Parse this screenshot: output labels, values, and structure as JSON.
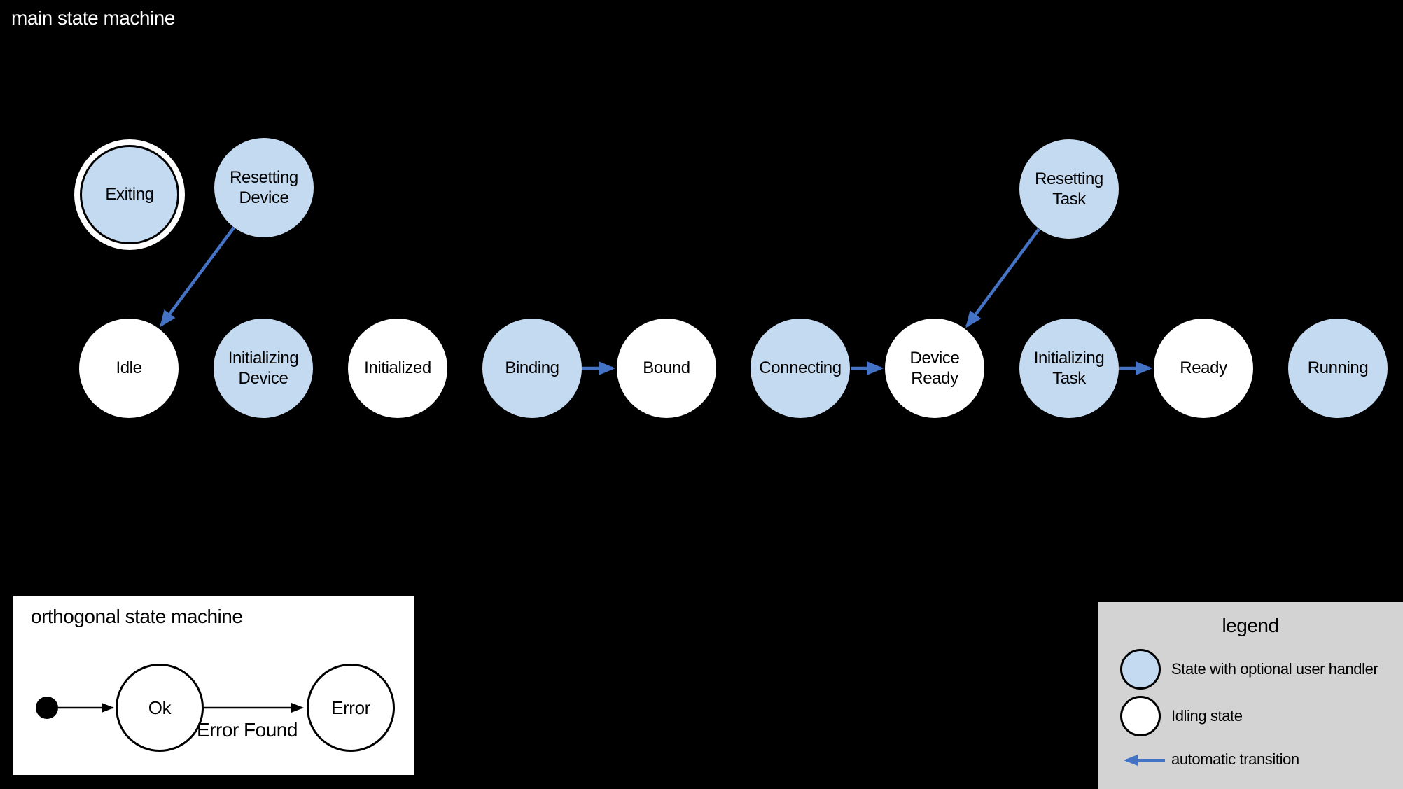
{
  "main_machine": {
    "title": "main state machine",
    "states": [
      {
        "id": "exiting",
        "label": "Exiting",
        "kind": "user-handler",
        "final_style": true
      },
      {
        "id": "resetting-device",
        "label": "Resetting\nDevice",
        "kind": "user-handler"
      },
      {
        "id": "resetting-task",
        "label": "Resetting\nTask",
        "kind": "user-handler"
      },
      {
        "id": "idle",
        "label": "Idle",
        "kind": "idling"
      },
      {
        "id": "initializing-device",
        "label": "Initializing\nDevice",
        "kind": "user-handler"
      },
      {
        "id": "initialized",
        "label": "Initialized",
        "kind": "idling"
      },
      {
        "id": "binding",
        "label": "Binding",
        "kind": "user-handler"
      },
      {
        "id": "bound",
        "label": "Bound",
        "kind": "idling"
      },
      {
        "id": "connecting",
        "label": "Connecting",
        "kind": "user-handler"
      },
      {
        "id": "device-ready",
        "label": "Device\nReady",
        "kind": "idling"
      },
      {
        "id": "initializing-task",
        "label": "Initializing\nTask",
        "kind": "user-handler"
      },
      {
        "id": "ready",
        "label": "Ready",
        "kind": "idling"
      },
      {
        "id": "running",
        "label": "Running",
        "kind": "user-handler"
      }
    ],
    "transitions": [
      {
        "from": "resetting-device",
        "to": "idle",
        "type": "automatic"
      },
      {
        "from": "resetting-task",
        "to": "device-ready",
        "type": "automatic"
      },
      {
        "from": "binding",
        "to": "bound",
        "type": "automatic"
      },
      {
        "from": "connecting",
        "to": "device-ready",
        "type": "automatic"
      },
      {
        "from": "initializing-task",
        "to": "ready",
        "type": "automatic"
      }
    ]
  },
  "orthogonal_machine": {
    "title": "orthogonal state machine",
    "states": [
      {
        "id": "ok",
        "label": "Ok"
      },
      {
        "id": "error",
        "label": "Error"
      }
    ],
    "transition_label": "Error Found"
  },
  "legend": {
    "title": "legend",
    "items": [
      {
        "label": "State with optional user handler",
        "swatch": "handler-state"
      },
      {
        "label": "Idling state",
        "swatch": "idling-state"
      },
      {
        "label": "automatic transition",
        "swatch": "blue-arrow"
      }
    ]
  },
  "colors": {
    "canvas_background": "#000000",
    "handler_state_fill": "#c3daf1",
    "idling_state_fill": "#ffffff",
    "automatic_transition_blue": "#4472c4",
    "legend_background": "#d3d3d3",
    "outline_black": "#000000"
  }
}
